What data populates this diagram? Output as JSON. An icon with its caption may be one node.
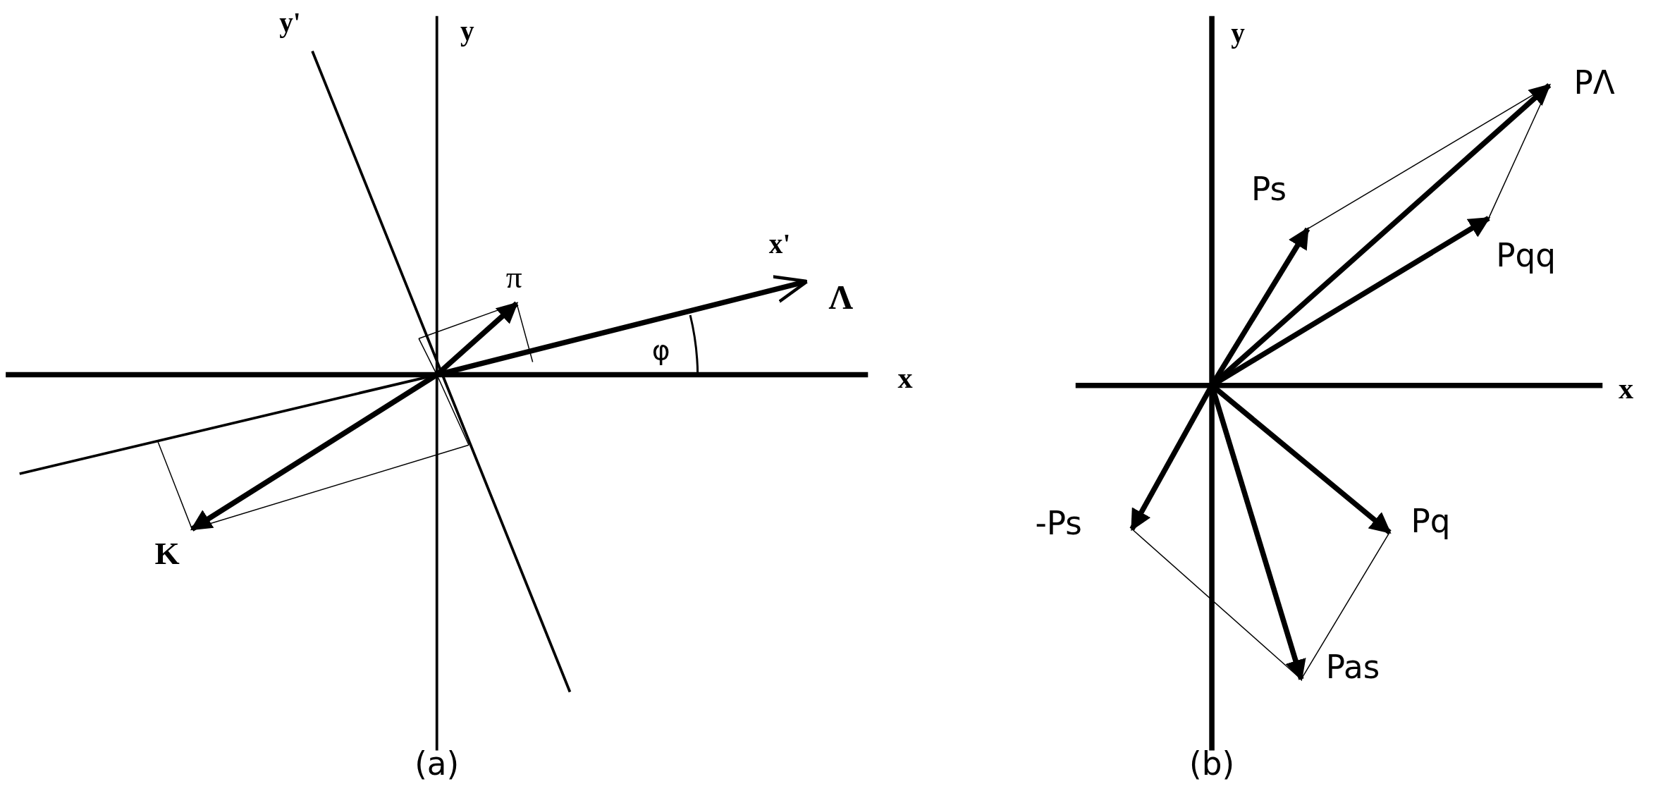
{
  "diagram": {
    "labels": [
      "y'",
      "y",
      "x'",
      "π",
      "Λ",
      "φ",
      "x",
      "K",
      "(a)",
      "y",
      "PΛ",
      "Ps",
      "Pqq",
      "x",
      "-Ps",
      "Pq",
      "Pas",
      "(b)"
    ]
  }
}
